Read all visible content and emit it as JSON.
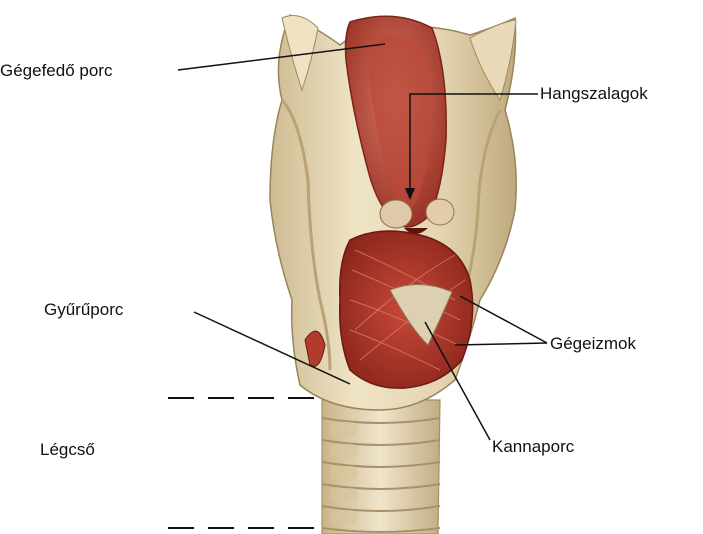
{
  "labels": {
    "epiglottis": "Gégefedő porc",
    "vocal_cords": "Hangszalagok",
    "cricoid": "Gyűrűporc",
    "muscles": "Gégeizmok",
    "trachea": "Légcső",
    "arytenoid": "Kannaporc"
  },
  "colors": {
    "cartilage": "#e6d9b8",
    "cartilage_shade": "#c9b68d",
    "muscle": "#b43a2c",
    "muscle_dark": "#7e1f17",
    "mucosa": "#c85b4c",
    "line": "#222222"
  }
}
